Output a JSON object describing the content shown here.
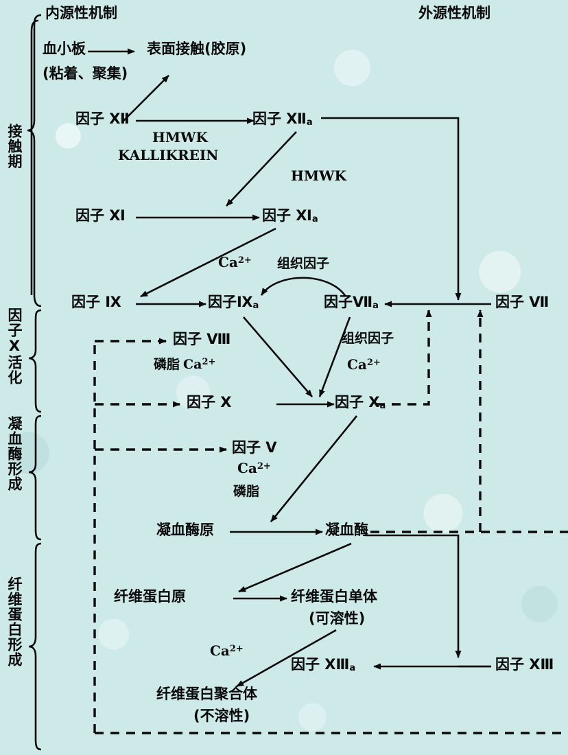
{
  "diagram": {
    "type": "flowchart",
    "subject": "blood-coagulation-cascade",
    "background_color": "#cdeae8",
    "ink_color": "#0a0a0a"
  },
  "headings": {
    "intrinsic": "内源性机制",
    "extrinsic": "外源性机制"
  },
  "phases": [
    {
      "id": "contact",
      "label": "接触期"
    },
    {
      "id": "factorx",
      "label": "因子X活化"
    },
    {
      "id": "thrombin",
      "label": "凝血酶形成"
    },
    {
      "id": "fibrin",
      "label": "纤维蛋白形成"
    }
  ],
  "nodes": {
    "platelet": "血小板",
    "platelet_note": "(粘着、聚集)",
    "surface": "表面接触(胶原)",
    "f12": "因子 Ⅻ",
    "f12a_name": "因子 Ⅻ",
    "f12a_sub": "a",
    "f11": "因子 Ⅺ",
    "f11a_name": "因子 Ⅺ",
    "f11a_sub": "a",
    "f9": "因子 Ⅸ",
    "f9a_name": "因子Ⅸ",
    "f9a_sub": "a",
    "f7a_name": "因子Ⅶ",
    "f7a_sub": "a",
    "f7": "因子 Ⅶ",
    "f8": "因子 Ⅷ",
    "f10": "因子 X",
    "f10a_name": "因子 X",
    "f10a_sub": "a",
    "f5": "因子 Ⅴ",
    "prothrombin": "凝血酶原",
    "thrombin": "凝血酶",
    "fibrinogen": "纤维蛋白原",
    "fibrin_monomer": "纤维蛋白单体",
    "fibrin_monomer_note": "(可溶性)",
    "fibrin_polymer": "纤维蛋白聚合体",
    "fibrin_polymer_note": "(不溶性)",
    "f13a_name": "因子 ⅩⅢ",
    "f13a_sub": "a",
    "f13": "因子 ⅩⅢ"
  },
  "cofactors": {
    "hmwk": "HMWK",
    "kallikrein": "KALLIKREIN",
    "hmwk2": "HMWK",
    "ca_f9": "Ca",
    "ca_f9_sup": "2+",
    "tissue_factor_1": "组织因子",
    "tissue_factor_2": "组织因子",
    "ca_tf": "Ca",
    "ca_tf_sup": "2+",
    "phospholipid_1": "磷脂",
    "ca_f8": "Ca",
    "ca_f8_sup": "2+",
    "ca_f5": "Ca",
    "ca_f5_sup": "2+",
    "phospholipid_2": "磷脂",
    "ca_f13": "Ca",
    "ca_f13_sup": "2+"
  }
}
